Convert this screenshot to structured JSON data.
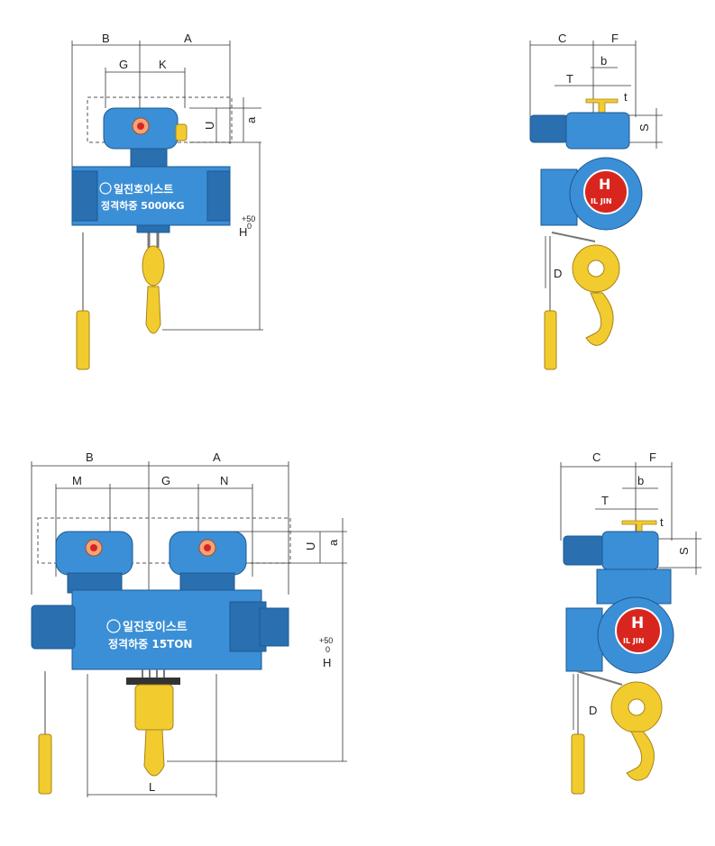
{
  "diagrams": {
    "single_front": {
      "labels": {
        "B": "B",
        "A": "A",
        "G": "G",
        "K": "K",
        "U": "U",
        "a": "a",
        "H": "H",
        "H_tol_plus": "+50",
        "H_tol_zero": "0"
      },
      "plate_line1": "일진호이스트",
      "plate_line2": "정격하중 5000KG"
    },
    "single_side": {
      "labels": {
        "C": "C",
        "F": "F",
        "b": "b",
        "T": "T",
        "t": "t",
        "S": "S",
        "D": "D"
      },
      "logo_letter": "H",
      "logo_text": "IL JIN"
    },
    "double_front": {
      "labels": {
        "B": "B",
        "A": "A",
        "M": "M",
        "G": "G",
        "N": "N",
        "U": "U",
        "a": "a",
        "H": "H",
        "H_tol_plus": "+50",
        "H_tol_zero": "0",
        "L": "L"
      },
      "plate_line1": "일진호이스트",
      "plate_line2": "정격하중 15TON"
    },
    "double_side": {
      "labels": {
        "C": "C",
        "F": "F",
        "b": "b",
        "T": "T",
        "t": "t",
        "S": "S",
        "D": "D"
      },
      "logo_letter": "H",
      "logo_text": "IL JIN"
    }
  },
  "colors": {
    "body": "#3b8fd6",
    "body_dark": "#2a6fb0",
    "hook": "#f2cc2e",
    "logo_red": "#d8261f"
  }
}
